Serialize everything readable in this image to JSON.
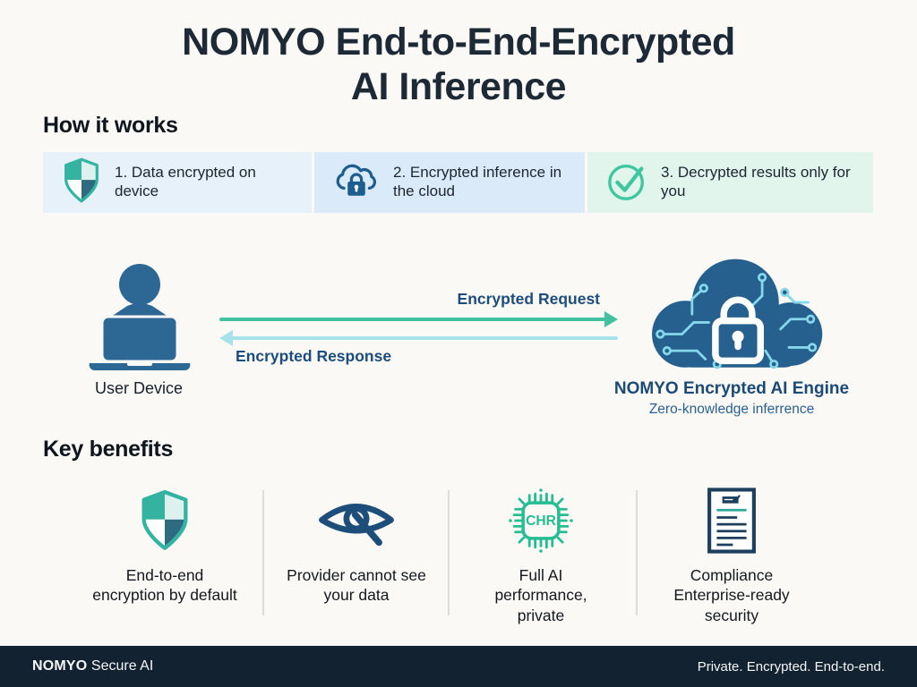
{
  "title": {
    "line1": "NOMYO End-to-End-Encrypted",
    "line2": "AI Inference"
  },
  "sections": {
    "how_it_works": "How it works",
    "key_benefits": "Key benefits"
  },
  "steps": [
    {
      "icon": "shield-quartered-icon",
      "label": "1. Data encrypted on device"
    },
    {
      "icon": "cloud-lock-icon",
      "label": "2. Encrypted inference in the cloud"
    },
    {
      "icon": "check-circle-icon",
      "label": "3. Decrypted results only for you"
    }
  ],
  "flow": {
    "device_label": "User Device",
    "request_label": "Encrypted Request",
    "response_label": "Encrypted Response",
    "engine_label": "NOMYO Encrypted AI Engine",
    "engine_sublabel": "Zero-knowledge inferrence"
  },
  "benefits": [
    {
      "icon": "shield-quartered-icon",
      "label": "End-to-end encryption by default"
    },
    {
      "icon": "eye-slash-icon",
      "label": "Provider cannot see your data"
    },
    {
      "icon": "chip-icon",
      "label": "Full AI performance, private",
      "chip_text": "CHR"
    },
    {
      "icon": "document-icon",
      "label": "Compliance Enterprise-ready security"
    }
  ],
  "footer": {
    "brand_bold": "NOMYO",
    "brand_rest": " Secure AI",
    "tagline": "Private. Encrypted. End-to-end."
  },
  "colors": {
    "background": "#faf9f6",
    "title_text": "#1e2936",
    "step1_bg": "#e7f1f9",
    "step2_bg": "#dbeaf8",
    "step3_bg": "#e2f5ec",
    "teal": "#33b3a1",
    "dark_teal_quadrant": "#2e6a80",
    "navy": "#1d4d7c",
    "device_blue": "#2d6794",
    "cloud_fill": "#26608f",
    "circuit_cyan": "#87d7eb",
    "request_arrow_green": "#41c19e",
    "response_arrow_cyan": "#a7e2ec",
    "check_green": "#3ec79e",
    "chip_green": "#27bd92",
    "doc_navy": "#1d3f5e",
    "footer_bg": "#132230",
    "footer_text": "#f4f6f8"
  }
}
